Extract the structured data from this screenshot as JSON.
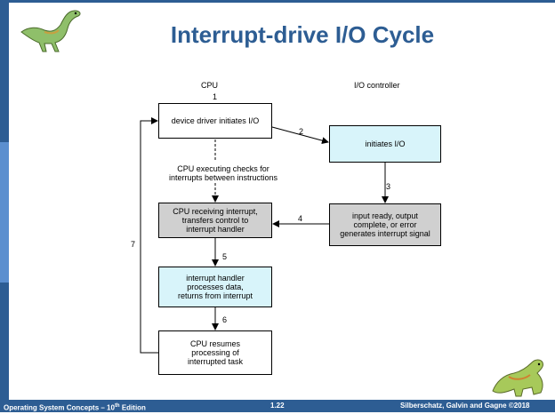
{
  "title": "Interrupt-drive I/O Cycle",
  "columns": {
    "cpu": "CPU",
    "io": "I/O controller"
  },
  "boxes": {
    "driver": "device driver initiates I/O",
    "initiates": "initiates I/O",
    "receiving": "CPU receiving interrupt,\ntransfers control to\ninterrupt handler",
    "input_ready": "input ready, output\ncomplete, or error\ngenerates interrupt signal",
    "handler": "interrupt handler\nprocesses data,\nreturns from interrupt",
    "resumes": "CPU resumes\nprocessing of\ninterrupted task"
  },
  "checking_text": "CPU executing checks for\ninterrupts between instructions",
  "steps": [
    "1",
    "2",
    "3",
    "4",
    "5",
    "6",
    "7"
  ],
  "colors": {
    "accent": "#2d5d93",
    "blue_box": "#d8f4fa",
    "gray_box": "#d0d0d0"
  },
  "footer": {
    "left": "Operating System Concepts – 10",
    "left_sup": "th",
    "left_end": " Edition",
    "center": "1.22",
    "right": "Silberschatz, Galvin and Gagne ©2018"
  }
}
